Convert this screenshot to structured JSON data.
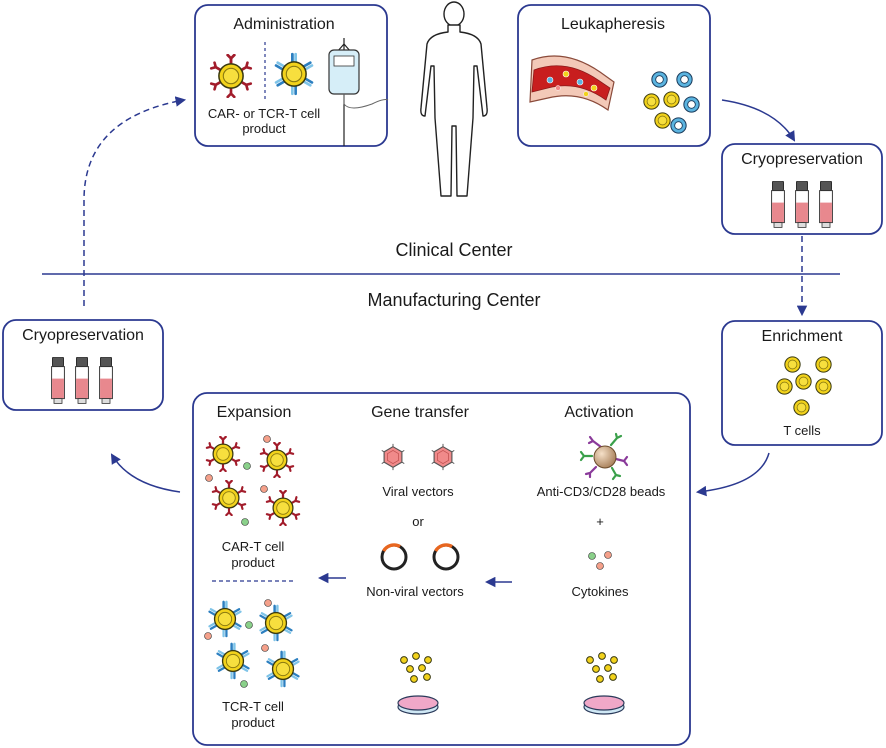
{
  "clinical": {
    "administration": {
      "title": "Administration",
      "caption_line1": "CAR- or TCR-T cell",
      "caption_line2": "product"
    },
    "leukapheresis": {
      "title": "Leukapheresis"
    },
    "cryo_right": {
      "title": "Cryopreservation"
    },
    "center_label": "Clinical Center"
  },
  "manufacturing": {
    "center_label": "Manufacturing Center",
    "cryo_left": {
      "title": "Cryopreservation"
    },
    "enrichment": {
      "title": "Enrichment",
      "caption": "T cells"
    },
    "expansion": {
      "title": "Expansion",
      "car_label_line1": "CAR-T cell",
      "car_label_line2": "product",
      "tcr_label_line1": "TCR-T cell",
      "tcr_label_line2": "product"
    },
    "gene_transfer": {
      "title": "Gene transfer",
      "viral": "Viral vectors",
      "or": "or",
      "nonviral": "Non-viral vectors"
    },
    "activation": {
      "title": "Activation",
      "beads": "Anti-CD3/CD28 beads",
      "plus": "+",
      "cytokines": "Cytokines"
    }
  },
  "colors": {
    "border": "#2b3990",
    "tcell": "#f2d21b",
    "car_receptor": "#a21c2b",
    "tcr_receptor": "#2c7fc0",
    "vial_fill": "#e8888e",
    "dish": "#f0a8c8",
    "blood": "#c81e1e",
    "vector": "#f08a8a",
    "plasmid": "#e8661f"
  },
  "icons": [
    "human-silhouette-icon",
    "iv-bag-icon",
    "blood-vessel-icon",
    "vial-icon",
    "t-cell-icon",
    "car-t-cell-icon",
    "tcr-t-cell-icon",
    "viral-vector-icon",
    "plasmid-icon",
    "bead-icon",
    "cytokine-icon",
    "petri-dish-icon"
  ]
}
